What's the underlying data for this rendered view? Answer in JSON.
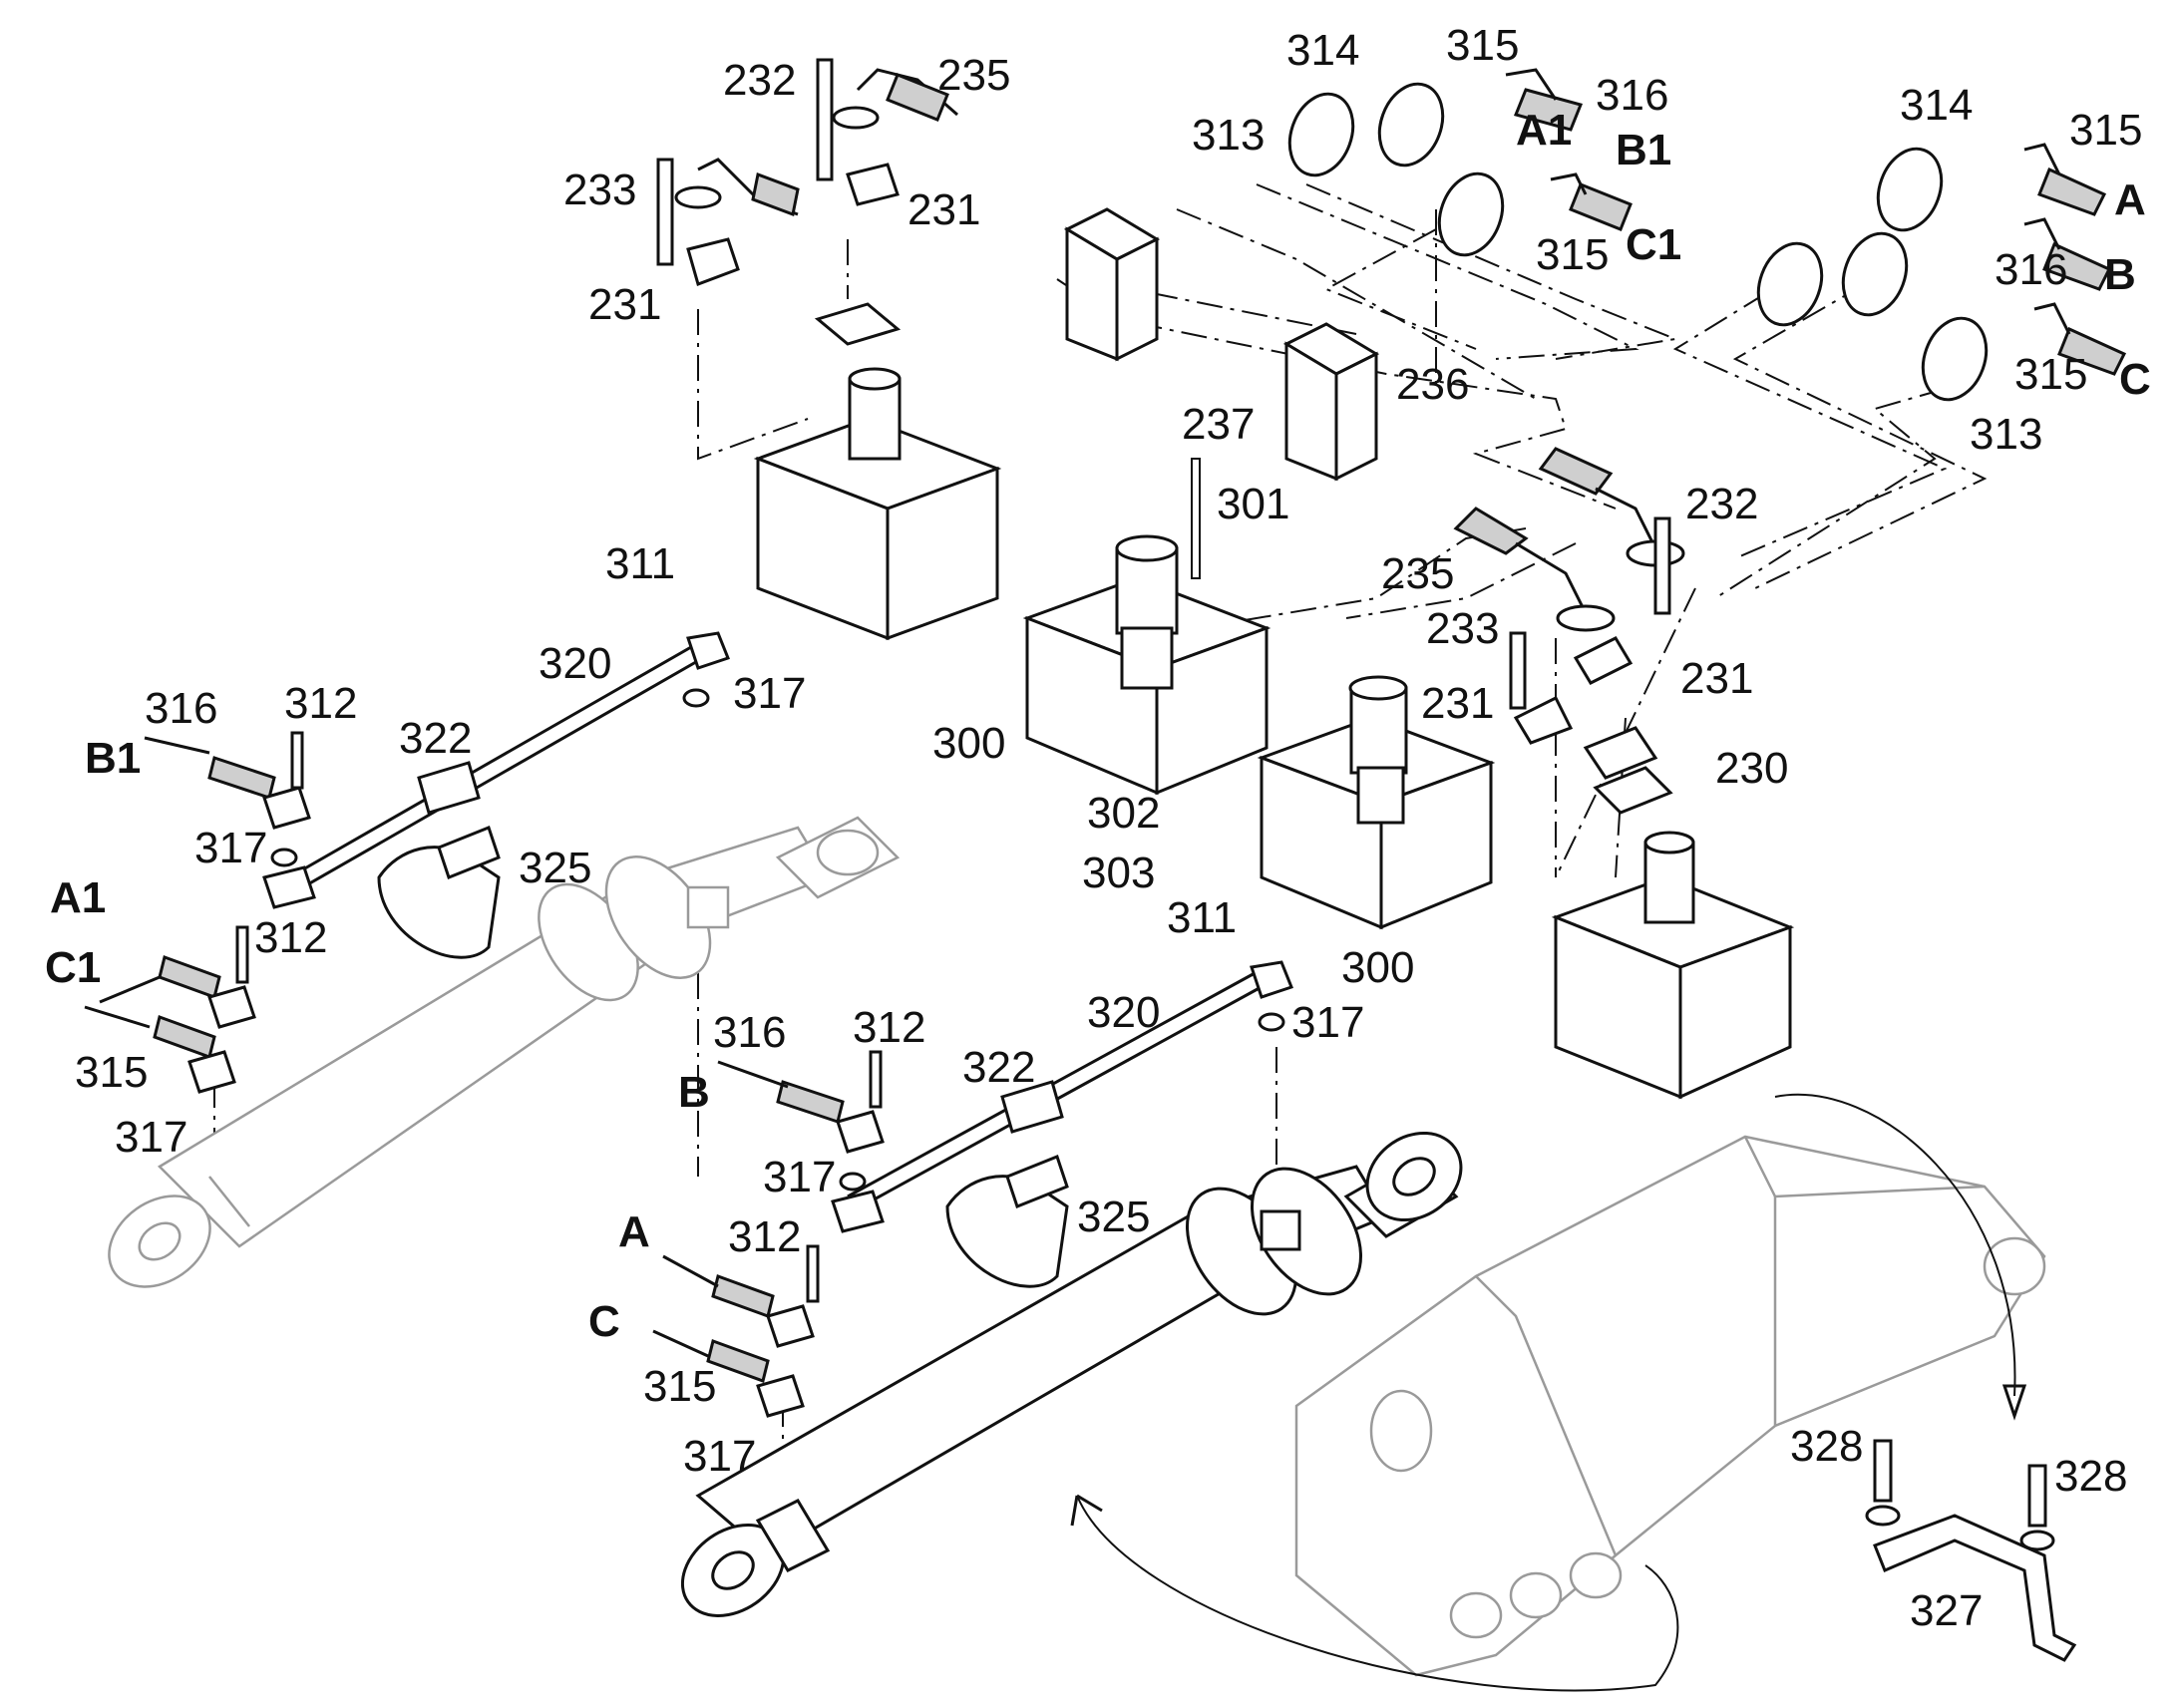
{
  "callouts": {
    "p311": "311",
    "p301": "301",
    "p300": "300",
    "p302": "302",
    "p303": "303",
    "p312": "312",
    "p313": "313",
    "p314": "314",
    "p315": "315",
    "p316": "316",
    "p317": "317",
    "p320": "320",
    "p322": "322",
    "p325": "325",
    "p327": "327",
    "p328": "328",
    "p230": "230",
    "p231": "231",
    "p232": "232",
    "p233": "233",
    "p235": "235",
    "p236": "236",
    "p237": "237"
  },
  "ports": {
    "A": "A",
    "B": "B",
    "C": "C",
    "A1": "A1",
    "B1": "B1",
    "C1": "C1"
  }
}
